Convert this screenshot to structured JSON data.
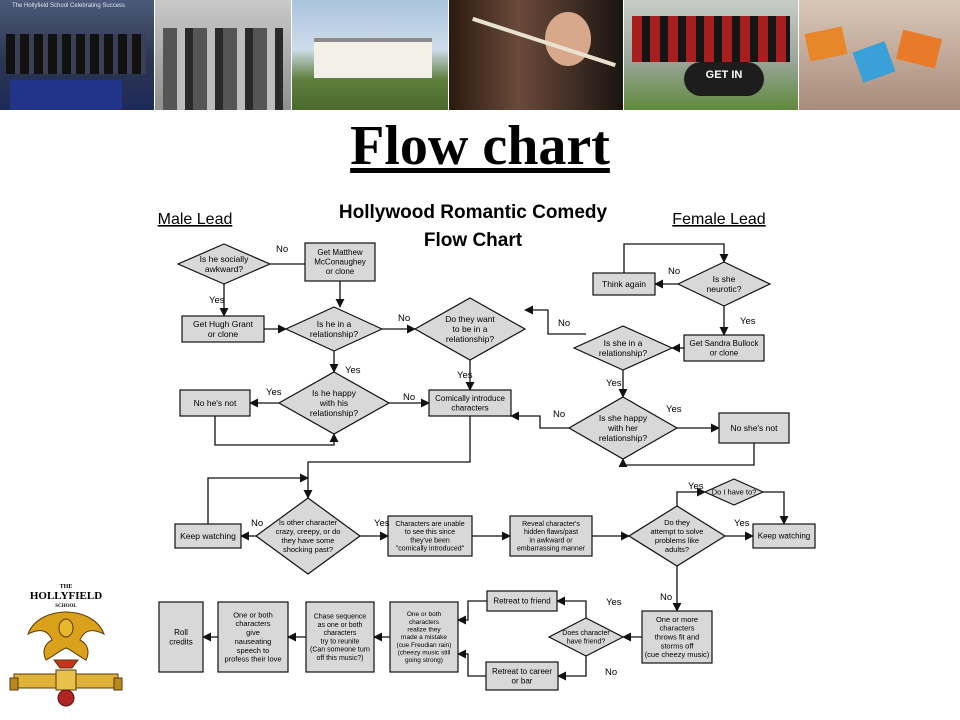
{
  "slide": {
    "title": "Flow chart"
  },
  "photos": [
    {
      "name": "awards-photo",
      "caption": "The Hollyfield School Celebrating Success"
    },
    {
      "name": "students-puppet-photo",
      "caption": ""
    },
    {
      "name": "school-building-photo",
      "caption": ""
    },
    {
      "name": "violin-photo",
      "caption": ""
    },
    {
      "name": "rugby-team-photo",
      "caption": "GET IN"
    },
    {
      "name": "students-signs-photo",
      "caption": ""
    }
  ],
  "crest": {
    "top_text": "THE",
    "name": "HOLLYFIELD",
    "sub": "SCHOOL"
  },
  "flowchart": {
    "title_line1": "Hollywood Romantic Comedy",
    "title_line2": "Flow Chart",
    "male_lead": "Male Lead",
    "female_lead": "Female Lead",
    "colors": {
      "node_fill": "#d8d8d8",
      "stroke": "#111111"
    },
    "nodes": [
      {
        "id": "q_social",
        "shape": "diamond",
        "lines": [
          "Is he socially",
          "awkward?"
        ]
      },
      {
        "id": "mcconaughey",
        "shape": "rect",
        "lines": [
          "Get Matthew",
          "McConaughey",
          "or clone"
        ]
      },
      {
        "id": "hugh",
        "shape": "rect",
        "lines": [
          "Get Hugh Grant",
          "or clone"
        ]
      },
      {
        "id": "q_he_rel",
        "shape": "diamond",
        "lines": [
          "Is he in a",
          "relationship?"
        ]
      },
      {
        "id": "q_want",
        "shape": "diamond",
        "lines": [
          "Do they want",
          "to be in a",
          "relationship?"
        ]
      },
      {
        "id": "q_he_happy",
        "shape": "diamond",
        "lines": [
          "Is he happy",
          "with his",
          "relationship?"
        ]
      },
      {
        "id": "no_hes_not",
        "shape": "rect",
        "lines": [
          "No he's not"
        ]
      },
      {
        "id": "comically",
        "shape": "rect",
        "lines": [
          "Comically introduce",
          "characters"
        ]
      },
      {
        "id": "think_again",
        "shape": "rect",
        "lines": [
          "Think again"
        ]
      },
      {
        "id": "q_neurotic",
        "shape": "diamond",
        "lines": [
          "Is she",
          "neurotic?"
        ]
      },
      {
        "id": "sandra",
        "shape": "rect",
        "lines": [
          "Get Sandra Bullock",
          "or clone"
        ]
      },
      {
        "id": "q_she_rel",
        "shape": "diamond",
        "lines": [
          "Is she in a",
          "relationship?"
        ]
      },
      {
        "id": "q_she_happy",
        "shape": "diamond",
        "lines": [
          "Is she happy",
          "with her",
          "relationship?"
        ]
      },
      {
        "id": "no_shes_not",
        "shape": "rect",
        "lines": [
          "No she's not"
        ]
      },
      {
        "id": "keep_watching_l",
        "shape": "rect",
        "lines": [
          "Keep watching"
        ]
      },
      {
        "id": "q_other",
        "shape": "diamond",
        "lines": [
          "Is other character",
          "crazy, creepy, or do",
          "they have some",
          "shocking past?"
        ]
      },
      {
        "id": "unable",
        "shape": "rect",
        "lines": [
          "Characters are unable",
          "to see this since",
          "they've been",
          "\"comically introduced\""
        ]
      },
      {
        "id": "reveal",
        "shape": "rect",
        "lines": [
          "Reveal character's",
          "hidden flaws/past",
          "in awkward or",
          "embarrassing manner"
        ]
      },
      {
        "id": "q_adults",
        "shape": "diamond",
        "lines": [
          "Do they",
          "attempt to solve",
          "problems like",
          "adults?"
        ]
      },
      {
        "id": "q_have_to",
        "shape": "diamond",
        "lines": [
          "Do I have to?"
        ]
      },
      {
        "id": "keep_watching_r",
        "shape": "rect",
        "lines": [
          "Keep watching"
        ]
      },
      {
        "id": "throws_fit",
        "shape": "rect",
        "lines": [
          "One or more",
          "characters",
          "throws fit and",
          "storms off",
          "(cue cheezy music)"
        ]
      },
      {
        "id": "q_friend",
        "shape": "diamond",
        "lines": [
          "Does character",
          "have friend?"
        ]
      },
      {
        "id": "retreat_friend",
        "shape": "rect",
        "lines": [
          "Retreat to friend"
        ]
      },
      {
        "id": "retreat_career",
        "shape": "rect",
        "lines": [
          "Retreat to career",
          "or bar"
        ]
      },
      {
        "id": "realize",
        "shape": "rect",
        "lines": [
          "One or both",
          "characters",
          "realize they",
          "made a mistake",
          "(cue Freudian rain)",
          "(cheezy music still",
          "going strong)"
        ]
      },
      {
        "id": "chase",
        "shape": "rect",
        "lines": [
          "Chase sequence",
          "as one or both",
          "characters",
          "try to reunite",
          "(Can someone turn",
          "off this music?)"
        ]
      },
      {
        "id": "speech",
        "shape": "rect",
        "lines": [
          "One or both",
          "characters",
          "give",
          "nauseating",
          "speech to",
          "profess their love"
        ]
      },
      {
        "id": "roll_credits",
        "shape": "rect",
        "lines": [
          "Roll",
          "credits"
        ]
      }
    ],
    "edge_labels": {
      "social_no": "No",
      "social_yes": "Yes",
      "he_rel_no": "No",
      "he_rel_yes": "Yes",
      "he_happy_yes": "Yes",
      "he_happy_no": "No",
      "want_yes": "Yes",
      "want_no": "No",
      "neurotic_no": "No",
      "neurotic_yes": "Yes",
      "she_rel_yes": "Yes",
      "she_happy_no": "No",
      "she_happy_yes": "Yes",
      "other_no": "No",
      "other_yes": "Yes",
      "adults_yes": "Yes",
      "adults_no": "No",
      "have_to_yes": "Yes",
      "friend_yes": "Yes",
      "friend_no": "No"
    }
  }
}
